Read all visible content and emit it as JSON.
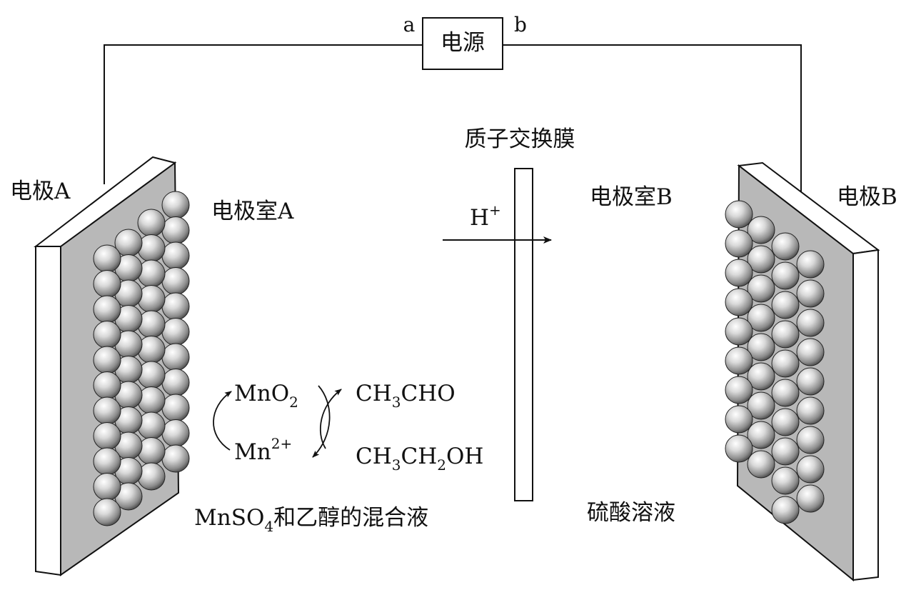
{
  "power": {
    "label": "电源",
    "terminal_a": "a",
    "terminal_b": "b"
  },
  "electrode_a": {
    "label": "电极",
    "letter": "A"
  },
  "electrode_b": {
    "label": "电极",
    "letter": "B"
  },
  "chamber_a": {
    "label": "电极室",
    "letter": "A"
  },
  "chamber_b": {
    "label": "电极室",
    "letter": "B"
  },
  "membrane": {
    "label": "质子交换膜"
  },
  "proton": {
    "base": "H",
    "charge": "+"
  },
  "species": {
    "mno2": {
      "base": "MnO",
      "sub": "2"
    },
    "mn2": {
      "base": "Mn",
      "sup": "2+"
    },
    "ch3cho": {
      "p1": "CH",
      "s1": "3",
      "p2": "CHO"
    },
    "ch3ch2oh": {
      "p1": "CH",
      "s1": "3",
      "p2": "CH",
      "s2": "2",
      "p3": "OH"
    }
  },
  "solution_a": {
    "formula": "MnSO",
    "sub": "4",
    "rest": "和乙醇的混合液"
  },
  "solution_b": {
    "label": "硫酸溶液"
  },
  "colors": {
    "line": "#111111",
    "plate_face": "#b8b8b8",
    "plate_edge": "#ffffff",
    "ball_dark": "#3a3a3a",
    "ball_light": "#ffffff"
  }
}
